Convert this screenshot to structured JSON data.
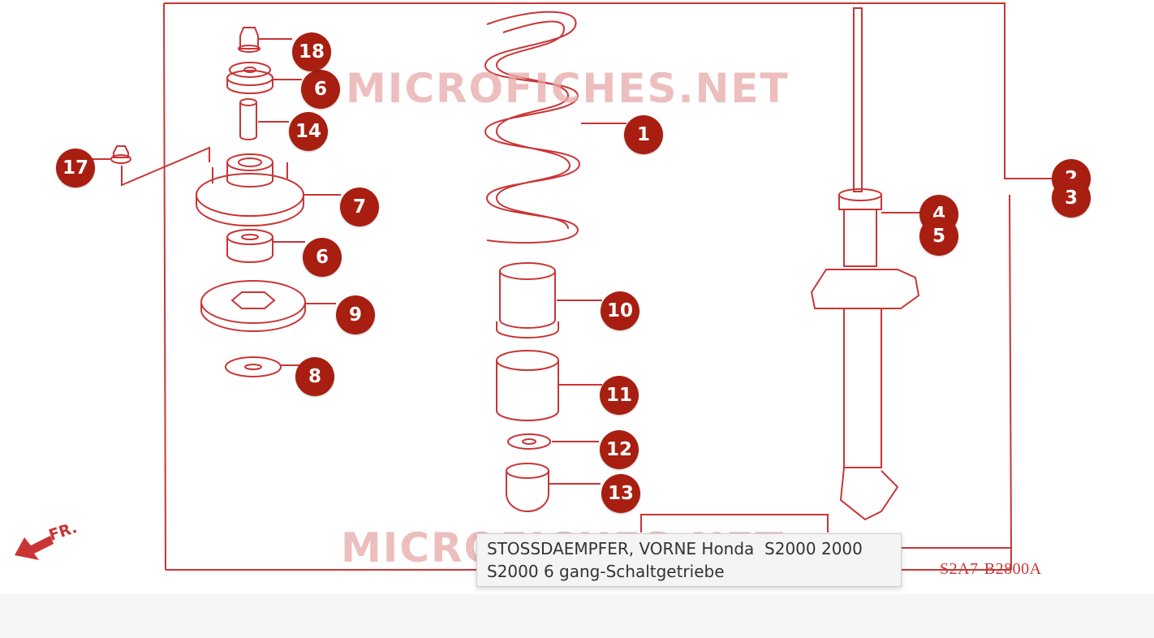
{
  "diagram": {
    "watermark": "MICROFICHES.NET",
    "figure_code": "S2A7-B2800A",
    "direction_label": "FR.",
    "callouts": [
      {
        "id": "1",
        "part": "coil-spring"
      },
      {
        "id": "2",
        "part": "shock-absorber-right"
      },
      {
        "id": "3",
        "part": "shock-absorber-left"
      },
      {
        "id": "4",
        "part": "shock-absorber-unit-right"
      },
      {
        "id": "5",
        "part": "shock-absorber-unit-left"
      },
      {
        "id": "6",
        "part": "bearing-upper"
      },
      {
        "id": "6",
        "part": "bearing-lower"
      },
      {
        "id": "7",
        "part": "mounting-base"
      },
      {
        "id": "8",
        "part": "washer-lower"
      },
      {
        "id": "9",
        "part": "spring-mount-rubber"
      },
      {
        "id": "10",
        "part": "dust-cover"
      },
      {
        "id": "11",
        "part": "bump-stop-rubber"
      },
      {
        "id": "12",
        "part": "washer-middle"
      },
      {
        "id": "13",
        "part": "bump-stop-lower"
      },
      {
        "id": "14",
        "part": "collar"
      },
      {
        "id": "17",
        "part": "flange-nut"
      },
      {
        "id": "18",
        "part": "self-locking-nut"
      }
    ]
  },
  "tooltip": {
    "line1": "STOSSDAEMPFER, VORNE Honda  S2000 2000",
    "line2": "S2000 6 gang-Schaltgetriebe"
  },
  "colors": {
    "line_art": "#c93535",
    "callout_bg": "#a81e10",
    "callout_text": "#ffffff",
    "watermark": "#e8a9a9",
    "footer_bg": "#f5f6f8"
  }
}
